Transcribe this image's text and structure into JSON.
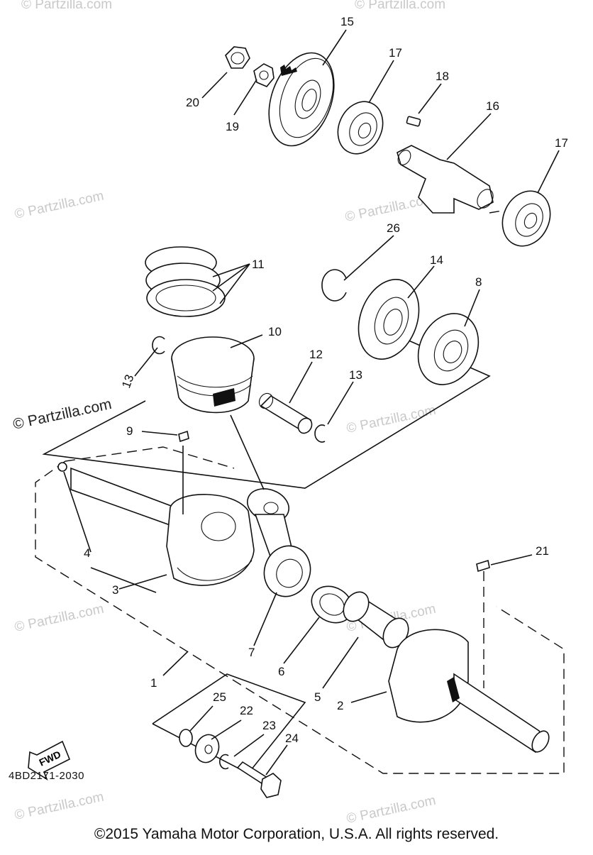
{
  "diagram": {
    "callouts": [
      "15",
      "17",
      "18",
      "16",
      "17",
      "20",
      "19",
      "26",
      "14",
      "8",
      "11",
      "10",
      "12",
      "13",
      "13",
      "9",
      "21",
      "4",
      "3",
      "7",
      "6",
      "5",
      "2",
      "1",
      "25",
      "22",
      "23",
      "24"
    ],
    "diagram_code": "4BD2171-2030",
    "fwd_label": "FWD",
    "copyright": "©2015 Yamaha Motor Corporation, U.S.A. All rights reserved.",
    "watermark": "© Partzilla.com",
    "watermark_prominent": "© Partzilla.com"
  }
}
